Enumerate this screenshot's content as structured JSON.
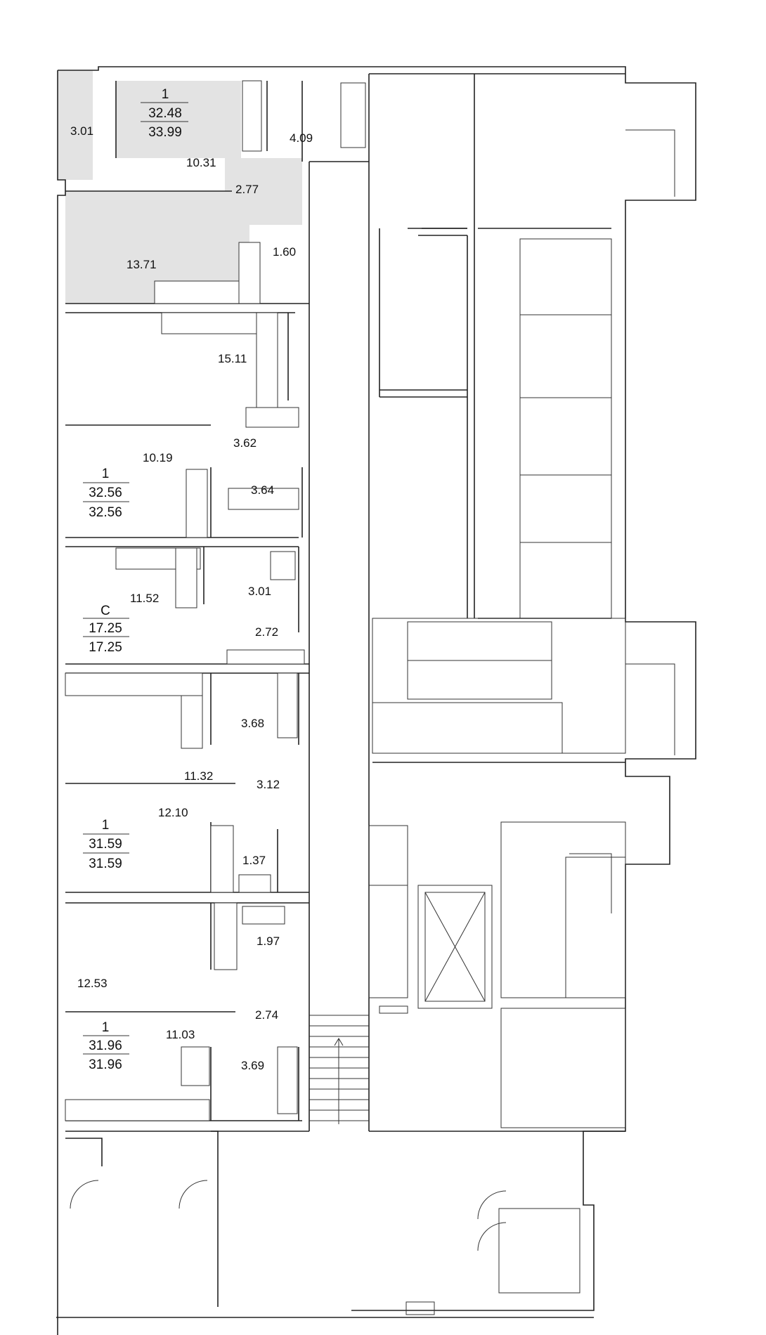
{
  "apartments": [
    {
      "rooms": "1",
      "area_living": "32.48",
      "area_total": "33.99"
    },
    {
      "rooms": "1",
      "area_living": "32.56",
      "area_total": "32.56"
    },
    {
      "rooms": "С",
      "area_living": "17.25",
      "area_total": "17.25"
    },
    {
      "rooms": "1",
      "area_living": "31.59",
      "area_total": "31.59"
    },
    {
      "rooms": "1",
      "area_living": "31.96",
      "area_total": "31.96"
    }
  ],
  "room_areas": [
    "3.01",
    "10.31",
    "4.09",
    "2.77",
    "13.71",
    "1.60",
    "15.11",
    "3.62",
    "10.19",
    "3.64",
    "11.52",
    "3.01",
    "2.72",
    "3.68",
    "11.32",
    "3.12",
    "12.10",
    "1.37",
    "1.97",
    "12.53",
    "2.74",
    "11.03",
    "3.69"
  ],
  "highlight_color": "#e3e3e3"
}
